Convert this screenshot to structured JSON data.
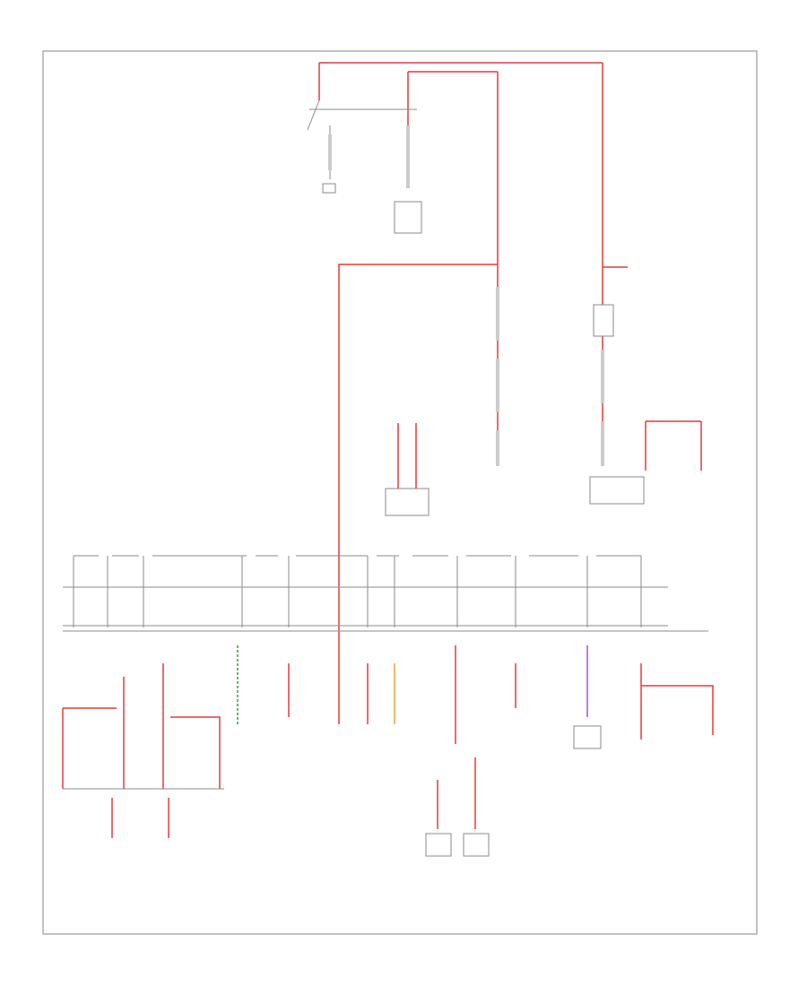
{
  "diagram": {
    "page_ref": "",
    "legend": [
      "",
      "",
      "",
      ""
    ],
    "components": [
      {
        "id": "ignition-relay",
        "label": ""
      },
      {
        "id": "underhood-fuse-block-upper",
        "label": ""
      },
      {
        "id": "underhood-fuse-block-right",
        "label": ""
      },
      {
        "id": "ground-1",
        "label": ""
      },
      {
        "id": "module-1",
        "label": ""
      },
      {
        "id": "module-2",
        "label": ""
      },
      {
        "id": "module-3",
        "label": ""
      },
      {
        "id": "module-4",
        "label": ""
      },
      {
        "id": "instrument-panel-fuse-block",
        "label": ""
      },
      {
        "id": "bottom-left-module-1",
        "label": ""
      },
      {
        "id": "bottom-left-module-2",
        "label": ""
      },
      {
        "id": "bottom-center-module-1",
        "label": ""
      },
      {
        "id": "bottom-center-module-2",
        "label": ""
      },
      {
        "id": "bottom-right-module-1",
        "label": ""
      },
      {
        "id": "bottom-right-module-2",
        "label": ""
      },
      {
        "id": "bottom-right-module-3",
        "label": ""
      }
    ],
    "colors": {
      "power_wire": "#e23a3a",
      "ground_wire": "#8a8a8a",
      "green_wire": "#3c9b3c",
      "orange_wire": "#e9a23a",
      "purple_wire": "#9c5ac9"
    }
  }
}
